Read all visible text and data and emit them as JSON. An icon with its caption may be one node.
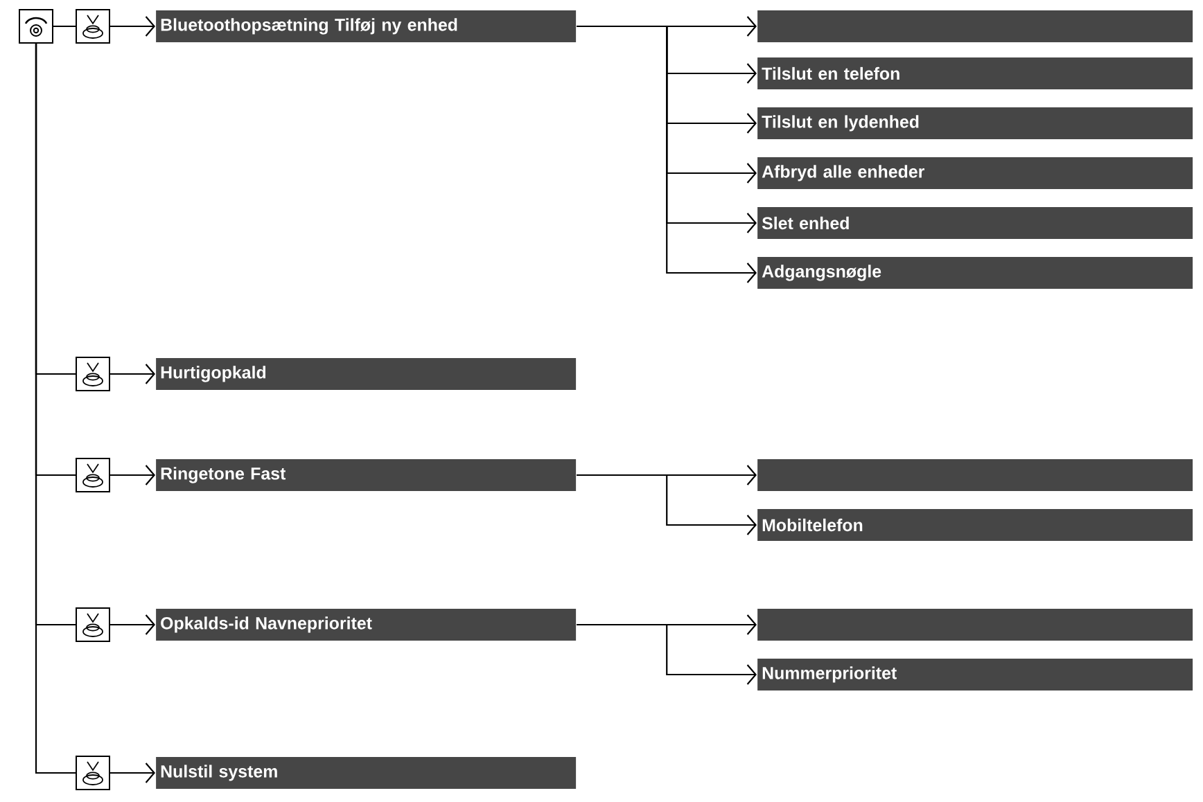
{
  "diagram": {
    "nodes": [
      {
        "text": [],
        "shape": "box"
      },
      {
        "text": [],
        "shape": "box"
      },
      {
        "text": [
          "Bluetoothopsætning Tilføj ny enhed"
        ]
      },
      {
        "text": [],
        "shape": "bar"
      },
      {
        "text": [
          "Tilslut en telefon"
        ]
      },
      {
        "text": [
          "Tilslut en lydenhed"
        ]
      },
      {
        "text": [
          "Afbryd alle enheder"
        ]
      },
      {
        "text": [
          "Slet enhed"
        ]
      },
      {
        "text": [
          "Adgangsnøgle"
        ]
      },
      {
        "text": [],
        "shape": "box"
      },
      {
        "text": [
          "Hurtigopkald"
        ]
      },
      {
        "text": [],
        "shape": "box"
      },
      {
        "text": [
          "Ringetone Fast"
        ]
      },
      {
        "text": [],
        "shape": "bar"
      },
      {
        "text": [
          "Mobiltelefon"
        ]
      },
      {
        "text": [],
        "shape": "box"
      },
      {
        "text": [
          "Opkalds-id Navneprioritet"
        ]
      },
      {
        "text": [],
        "shape": "bar"
      },
      {
        "text": [
          "Nummerprioritet"
        ]
      },
      {
        "text": [],
        "shape": "box"
      },
      {
        "text": [
          "Nulstil system"
        ]
      }
    ],
    "edges": [
      {
        "from": 0,
        "to": 1,
        "arrow": "none"
      },
      {
        "from": 1,
        "to": 2,
        "arrow": "to"
      },
      {
        "from": 2,
        "to": 3,
        "arrow": "to"
      },
      {
        "from": 2,
        "to": 4,
        "arrow": "to"
      },
      {
        "from": 2,
        "to": 5,
        "arrow": "to"
      },
      {
        "from": 2,
        "to": 6,
        "arrow": "to"
      },
      {
        "from": 2,
        "to": 7,
        "arrow": "to"
      },
      {
        "from": 2,
        "to": 8,
        "arrow": "to"
      },
      {
        "from": 0,
        "to": 9,
        "arrow": "none"
      },
      {
        "from": 9,
        "to": 10,
        "arrow": "to"
      },
      {
        "from": 0,
        "to": 11,
        "arrow": "none"
      },
      {
        "from": 11,
        "to": 12,
        "arrow": "to"
      },
      {
        "from": 12,
        "to": 13,
        "arrow": "to"
      },
      {
        "from": 12,
        "to": 14,
        "arrow": "to"
      },
      {
        "from": 0,
        "to": 15,
        "arrow": "none"
      },
      {
        "from": 15,
        "to": 16,
        "arrow": "to"
      },
      {
        "from": 16,
        "to": 17,
        "arrow": "to"
      },
      {
        "from": 16,
        "to": 18,
        "arrow": "to"
      },
      {
        "from": 0,
        "to": 19,
        "arrow": "none"
      },
      {
        "from": 19,
        "to": 20,
        "arrow": "to"
      }
    ]
  }
}
